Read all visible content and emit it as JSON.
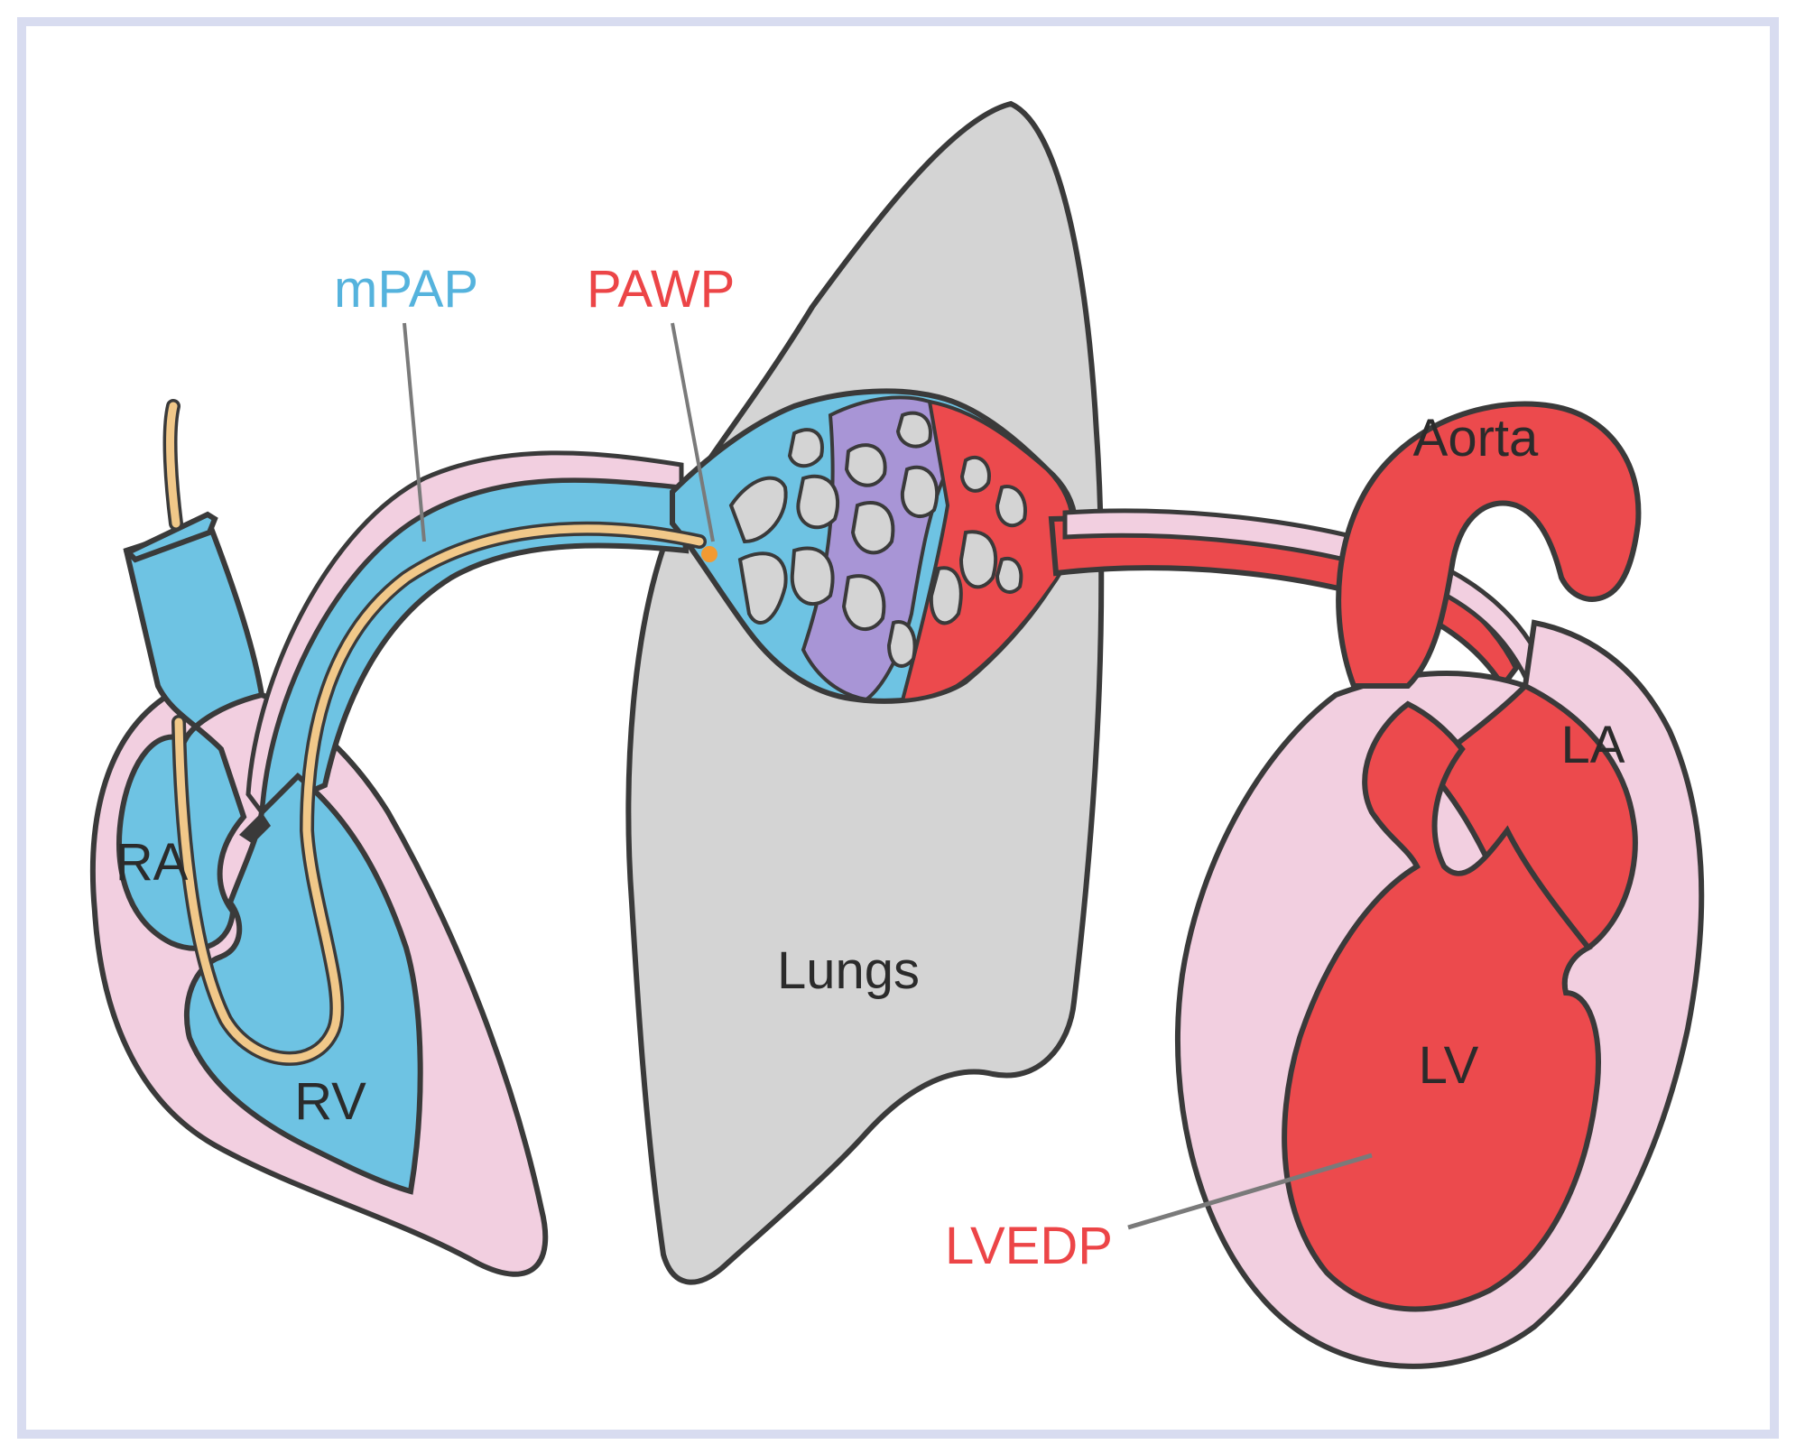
{
  "colors": {
    "deoxygenated": "#6ec3e3",
    "oxygenated": "#ec4a4d",
    "capillary": "#a895d6",
    "myocardium": "#f2cfe0",
    "lungs": "#d4d4d4",
    "catheter": "#f1c889",
    "catheter_tip": "#f29a32",
    "outline": "#3a3a3a",
    "border": "#d8dcf0",
    "pointer": "#7a7a7a",
    "label_blue": "#55b3dd",
    "label_red": "#ec4547"
  },
  "labels": {
    "mpap": "mPAP",
    "pawp": "PAWP",
    "aorta": "Aorta",
    "la": "LA",
    "ra": "RA",
    "rv": "RV",
    "lungs": "Lungs",
    "lv": "LV",
    "lvedp": "LVEDP"
  }
}
